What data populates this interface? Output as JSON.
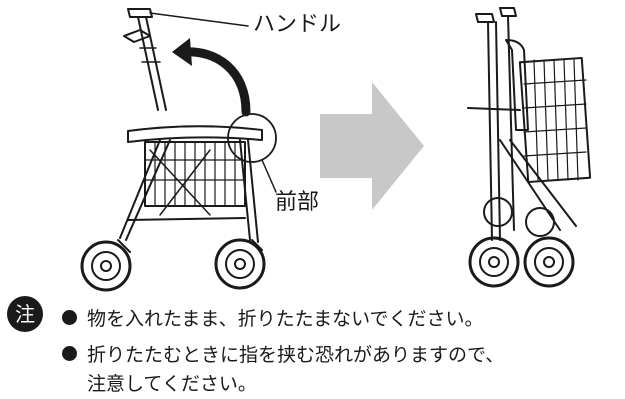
{
  "labels": {
    "handle": "ハンドル",
    "front": "前部"
  },
  "caution": {
    "badge": "注",
    "items": [
      "物を入れたまま、折りたたまないでください。",
      "折りたたむときに指を挟む恐れがありますので、"
    ],
    "continuation": "注意してください。"
  },
  "colors": {
    "ink": "#1a1a1a",
    "arrow": "#c8c8c8"
  }
}
